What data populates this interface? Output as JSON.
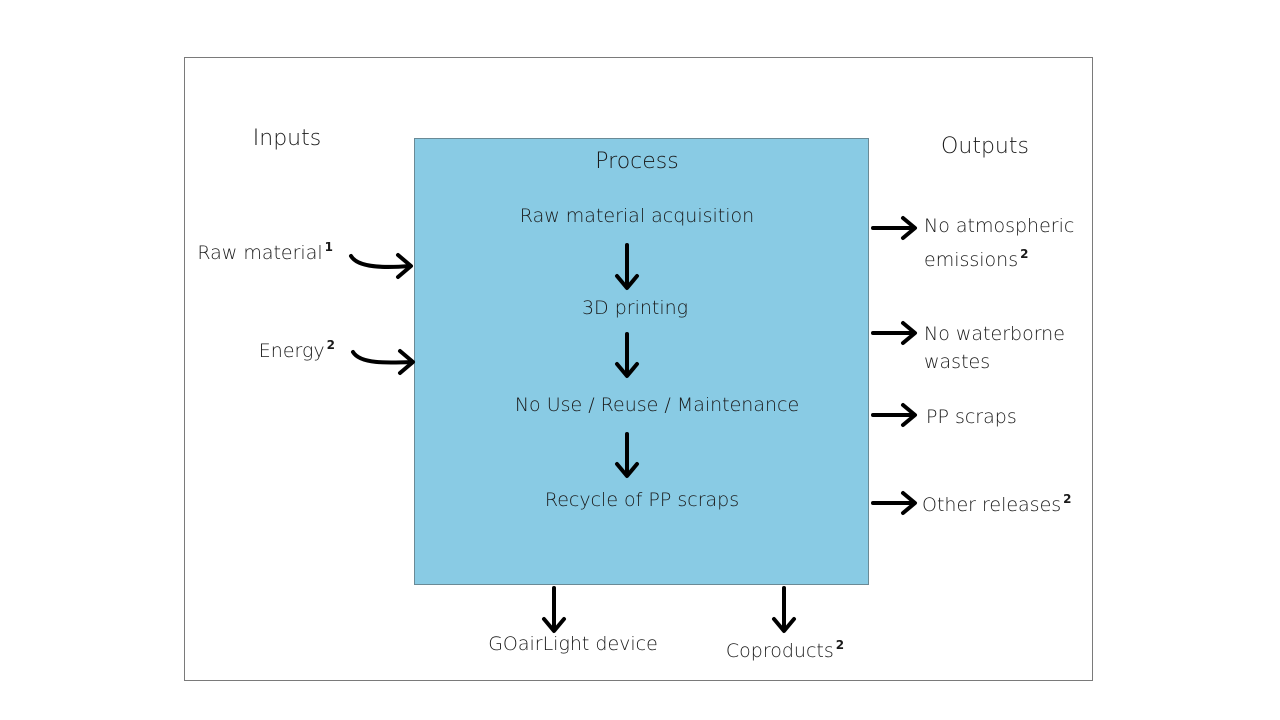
{
  "inputs": {
    "heading": "Inputs",
    "items": [
      {
        "label": "Raw material",
        "sup": "1"
      },
      {
        "label": "Energy",
        "sup": "2"
      }
    ]
  },
  "process": {
    "heading": "Process",
    "steps": [
      "Raw material acquisition",
      "3D printing",
      "No Use / Reuse / Maintenance",
      "Recycle of PP scraps"
    ]
  },
  "outputs": {
    "heading": "Outputs",
    "items": [
      {
        "line1": "No atmospheric",
        "line2": "emissions",
        "sup": "2"
      },
      {
        "line1": "No waterborne",
        "line2": "wastes",
        "sup": ""
      },
      {
        "line1": "PP scraps",
        "line2": "",
        "sup": ""
      },
      {
        "line1": "Other releases",
        "line2": "",
        "sup": "2"
      }
    ]
  },
  "bottom": [
    {
      "label": "GOairLight device",
      "sup": ""
    },
    {
      "label": "Coproducts",
      "sup": "2"
    }
  ],
  "colors": {
    "process_fill": "#89cbe4",
    "frame": "#7a7a7a",
    "arrow": "#000000"
  }
}
